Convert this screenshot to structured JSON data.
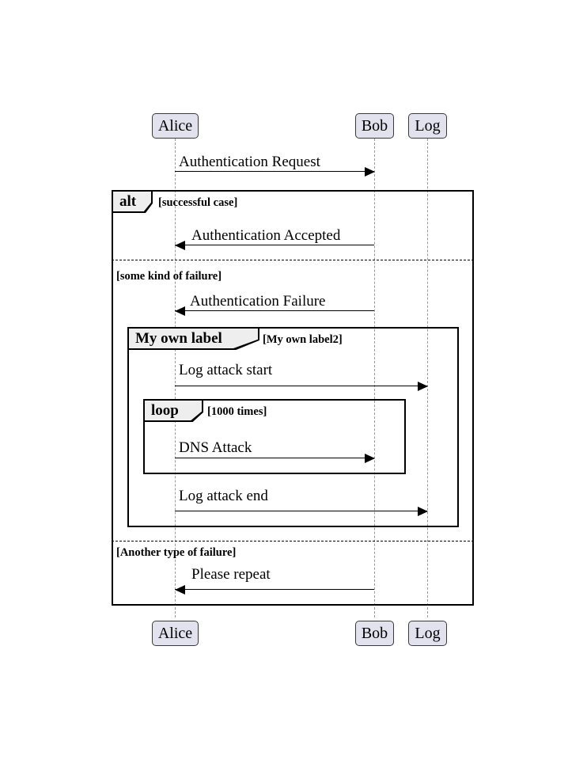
{
  "diagram": {
    "kind": "uml-sequence-diagram",
    "background_color": "#ffffff",
    "participant_fill": "#e2e2ee",
    "fragment_tag_fill": "#eeeeee",
    "line_color": "#000000",
    "lifeline_color": "#9a9a9a"
  },
  "participants": [
    {
      "id": "alice",
      "label": "Alice"
    },
    {
      "id": "bob",
      "label": "Bob"
    },
    {
      "id": "log",
      "label": "Log"
    }
  ],
  "participants_bottom": [
    {
      "id": "alice",
      "label": "Alice"
    },
    {
      "id": "bob",
      "label": "Bob"
    },
    {
      "id": "log",
      "label": "Log"
    }
  ],
  "fragments": [
    {
      "id": "alt-fragment",
      "operator": "alt",
      "guards": [
        "[successful case]",
        "[some kind of failure]",
        "[Another type of failure]"
      ]
    },
    {
      "id": "custom-fragment",
      "operator": "My own label",
      "guards": [
        "[My own label2]"
      ]
    },
    {
      "id": "loop-fragment",
      "operator": "loop",
      "guards": [
        "[1000 times]"
      ]
    }
  ],
  "messages": [
    {
      "id": "m1",
      "label": "Authentication Request",
      "from": "alice",
      "to": "bob",
      "direction": "right"
    },
    {
      "id": "m2",
      "label": "Authentication Accepted",
      "from": "bob",
      "to": "alice",
      "direction": "left"
    },
    {
      "id": "m3",
      "label": "Authentication Failure",
      "from": "bob",
      "to": "alice",
      "direction": "left"
    },
    {
      "id": "m4",
      "label": "Log attack start",
      "from": "alice",
      "to": "log",
      "direction": "right"
    },
    {
      "id": "m5",
      "label": "DNS Attack",
      "from": "alice",
      "to": "bob",
      "direction": "right"
    },
    {
      "id": "m6",
      "label": "Log attack end",
      "from": "alice",
      "to": "log",
      "direction": "right"
    },
    {
      "id": "m7",
      "label": "Please repeat",
      "from": "bob",
      "to": "alice",
      "direction": "left"
    }
  ]
}
